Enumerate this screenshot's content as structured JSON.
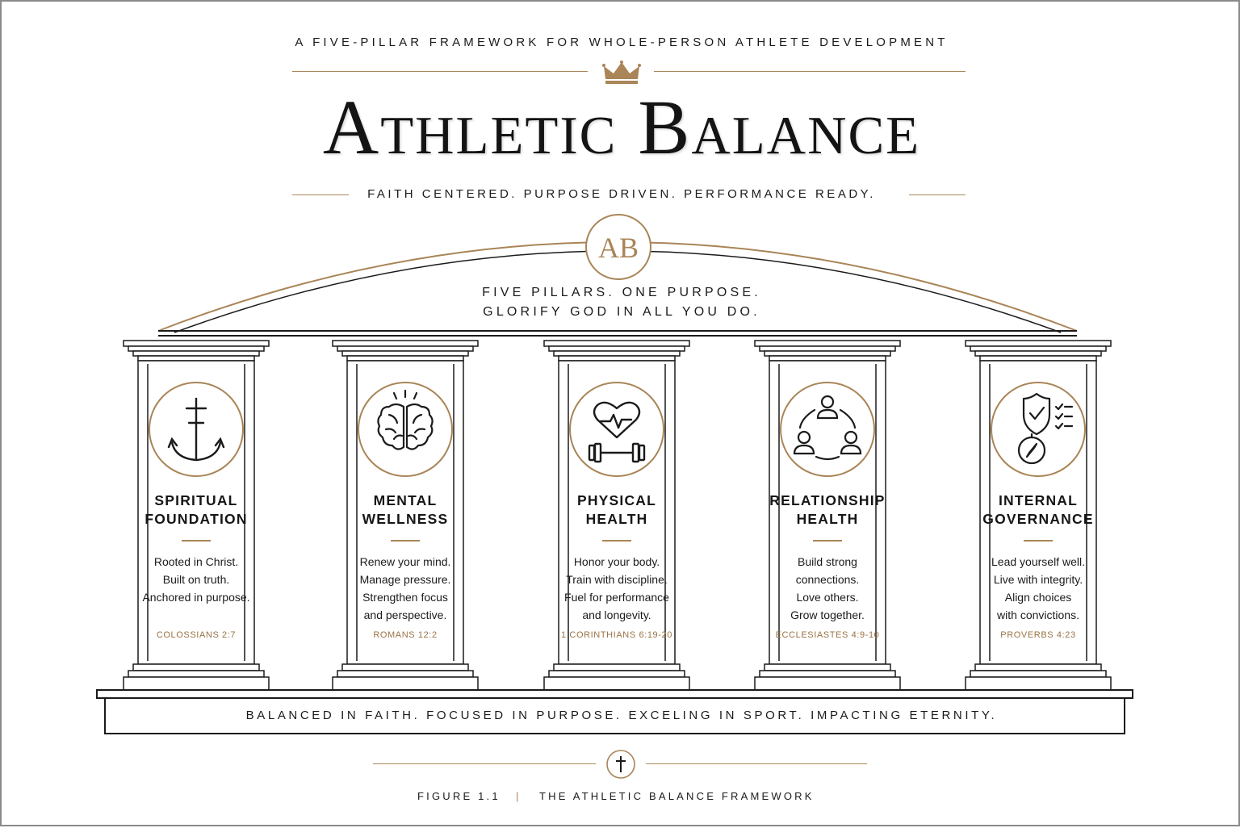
{
  "header": {
    "kicker": "A FIVE-PILLAR FRAMEWORK FOR WHOLE-PERSON ATHLETE DEVELOPMENT",
    "title": "Athletic Balance",
    "tagline": "FAITH CENTERED.  PURPOSE DRIVEN.  PERFORMANCE READY."
  },
  "monogram": "AB",
  "pediment": {
    "line1": "FIVE PILLARS. ONE PURPOSE.",
    "line2": "GLORIFY GOD IN ALL YOU DO."
  },
  "pillars": [
    {
      "icon": "anchor-cross-icon",
      "title1": "SPIRITUAL",
      "title2": "FOUNDATION",
      "lines": [
        "Rooted in Christ.",
        "Built on truth.",
        "Anchored in purpose.",
        ""
      ],
      "verse": "COLOSSIANS 2:7"
    },
    {
      "icon": "brain-icon",
      "title1": "MENTAL",
      "title2": "WELLNESS",
      "lines": [
        "Renew your mind.",
        "Manage pressure.",
        "Strengthen focus",
        "and perspective."
      ],
      "verse": "ROMANS 12:2"
    },
    {
      "icon": "heart-dumbbell-icon",
      "title1": "PHYSICAL",
      "title2": "HEALTH",
      "lines": [
        "Honor your body.",
        "Train with discipline.",
        "Fuel for performance",
        "and longevity."
      ],
      "verse": "1 CORINTHIANS 6:19-20"
    },
    {
      "icon": "people-circle-icon",
      "title1": "RELATIONSHIP",
      "title2": "HEALTH",
      "lines": [
        "Build strong",
        "connections.",
        "Love others.",
        "Grow together."
      ],
      "verse": "ECCLESIASTES 4:9-10"
    },
    {
      "icon": "shield-compass-icon",
      "title1": "INTERNAL",
      "title2": "GOVERNANCE",
      "lines": [
        "Lead yourself well.",
        "Live with integrity.",
        "Align choices",
        "with convictions."
      ],
      "verse": "PROVERBS 4:23"
    }
  ],
  "plinth_text": "BALANCED IN FAITH.  FOCUSED IN PURPOSE.  EXCELING IN SPORT.  IMPACTING ETERNITY.",
  "figure": {
    "label": "FIGURE 1.1",
    "divider": "|",
    "title": "THE ATHLETIC BALANCE FRAMEWORK"
  },
  "colors": {
    "accent": "#a98557",
    "ink": "#1b1b1b",
    "verse": "#9a7345"
  }
}
